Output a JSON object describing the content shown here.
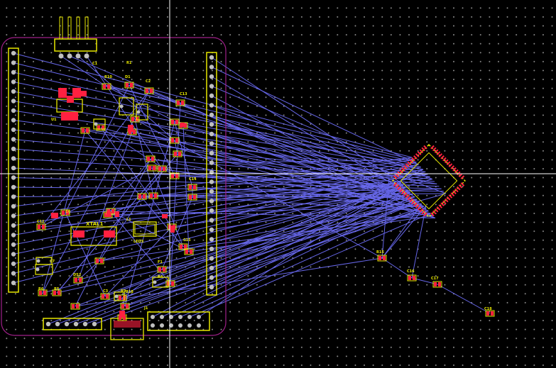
{
  "colors": {
    "background": "#000000",
    "grid_dot": "#8a8a8a",
    "board_outline": "#a0208a",
    "ratsnest": "#7070ff",
    "silkscreen": "#e8e800",
    "copper_pad": "#ff2040",
    "crosshair": "#ffffff"
  },
  "icons": {
    "crosshair": "crosshair-cursor-icon"
  },
  "labels": {
    "c1": "C1",
    "r1": "R1",
    "r10": "R10",
    "d1": "D1",
    "c2": "C2",
    "c13": "C13",
    "c14": "C14",
    "c4": "C4",
    "xtal1": "XTAL1",
    "l1": "L1",
    "led3": "LED3",
    "c11": "C11",
    "c15": "C15",
    "f1": "F1",
    "r4": "R4",
    "c7": "C7",
    "ds2": "DS2",
    "c3": "C3",
    "r6": "R6",
    "r5": "R5",
    "r9": "R9",
    "r15": "R15",
    "c16": "C16",
    "c17": "C17",
    "c18": "C18",
    "r18": "R18",
    "j1": "J1",
    "u1": "U1"
  }
}
